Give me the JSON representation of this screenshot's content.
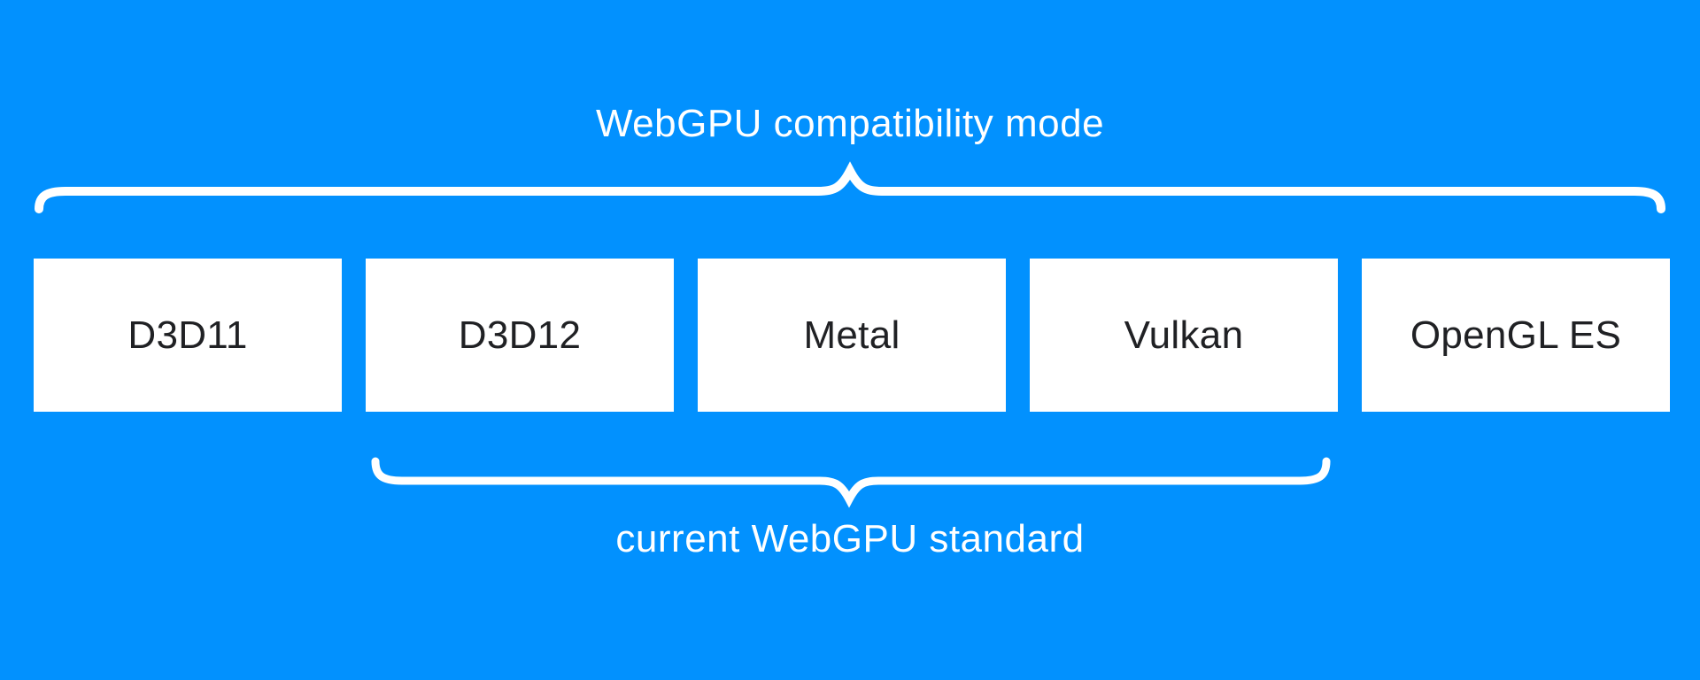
{
  "diagram": {
    "title": "WebGPU compatibility mode",
    "subtitle": "current WebGPU standard",
    "boxes": [
      "D3D11",
      "D3D12",
      "Metal",
      "Vulkan",
      "OpenGL ES"
    ],
    "top_brace_covers": [
      "D3D11",
      "D3D12",
      "Metal",
      "Vulkan",
      "OpenGL ES"
    ],
    "bottom_brace_covers": [
      "D3D12",
      "Metal",
      "Vulkan"
    ],
    "colors": {
      "background": "#0291fe",
      "box_fill": "#ffffff",
      "box_text": "#202124",
      "label_text": "#ffffff",
      "brace": "#ffffff"
    }
  }
}
